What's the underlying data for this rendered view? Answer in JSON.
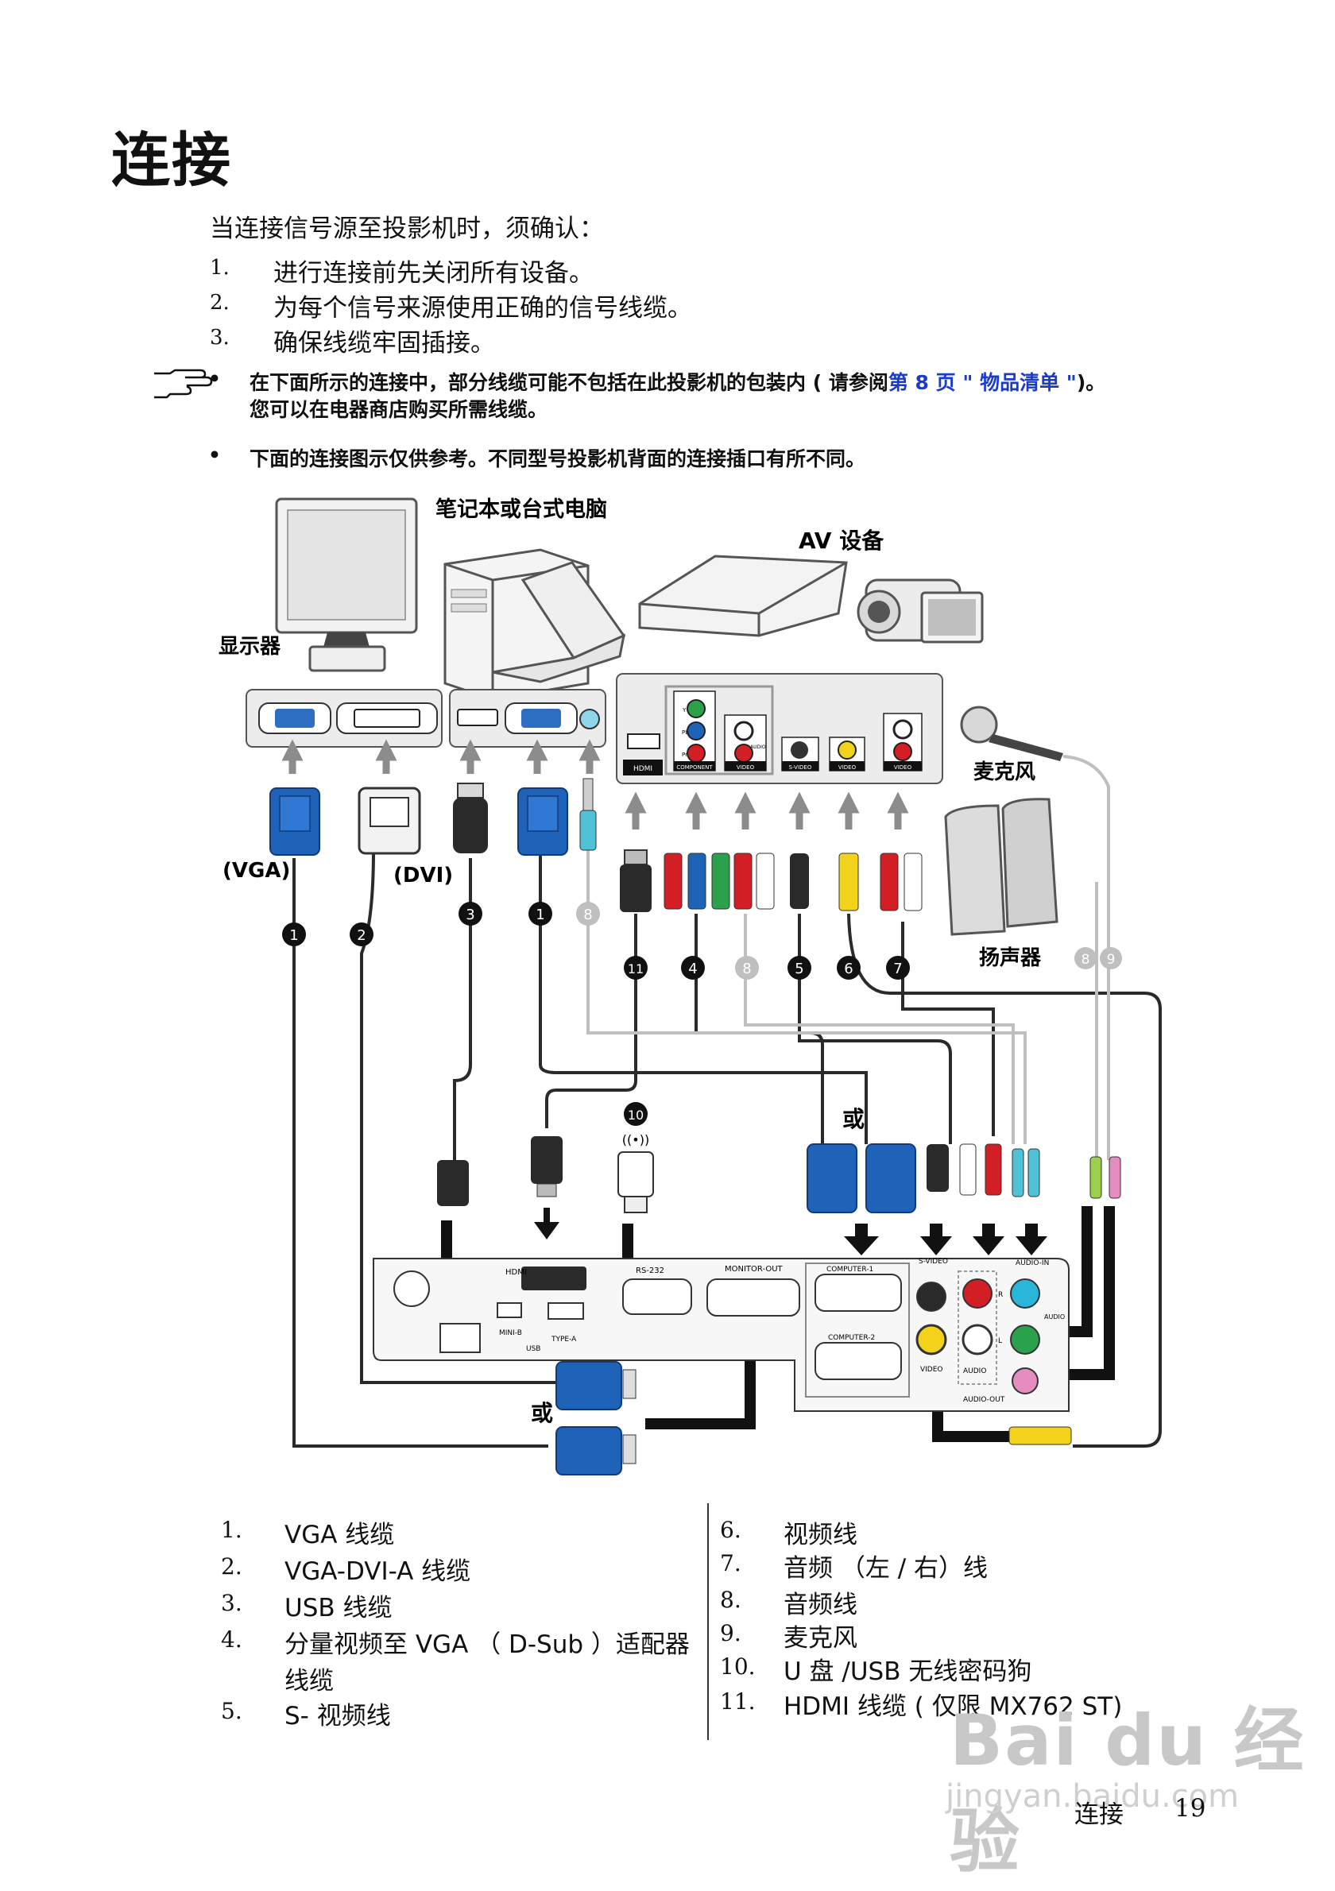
{
  "page": {
    "title": "连接",
    "intro": "当连接信号源至投影机时，须确认：",
    "steps": [
      {
        "num": "1.",
        "text": "进行连接前先关闭所有设备。"
      },
      {
        "num": "2.",
        "text": "为每个信号来源使用正确的信号线缆。"
      },
      {
        "num": "3.",
        "text": "确保线缆牢固插接。"
      }
    ],
    "note1_pre": "在下面所示的连接中，部分线缆可能不包括在此投影机的包装内 ( 请参阅",
    "note1_link": "第 8 页 \" 物品清单 \"",
    "note1_post": ")。",
    "note1_line2": "您可以在电器商店购买所需线缆。",
    "note2": "下面的连接图示仅供参考。不同型号投影机背面的连接插口有所不同。",
    "bullet": "•"
  },
  "diagram": {
    "labels": {
      "computer": "笔记本或台式电脑",
      "av": "AV 设备",
      "monitor": "显示器",
      "mic": "麦克风",
      "speaker": "扬声器",
      "vga": "(VGA)",
      "dvi": "(DVI)",
      "or1": "或",
      "or2": "或"
    },
    "ports": {
      "hdmi": "HDMI",
      "component": "COMPONENT",
      "video": "VIDEO",
      "svideo": "S-VIDEO",
      "audio": "AUDIO",
      "proj_hdmi": "HDMI",
      "mini_b": "MINI-B",
      "type_a": "TYPE-A",
      "usb": "USB",
      "rs232": "RS-232",
      "monitor_out": "MONITOR-OUT",
      "computer1": "COMPUTER-1",
      "computer2": "COMPUTER-2",
      "audio_in": "AUDIO-IN",
      "audio_out": "AUDIO-OUT",
      "audio_small": "AUDIO",
      "audio_out_small": "AUDIO OUT",
      "y": "Y",
      "pb": "Pb",
      "pr": "Pr",
      "l": "L",
      "r": "R"
    },
    "markers": [
      "1",
      "2",
      "3",
      "1",
      "8",
      "11",
      "4",
      "8",
      "5",
      "6",
      "7",
      "8",
      "9",
      "10"
    ]
  },
  "legend": {
    "left": [
      {
        "num": "1.",
        "text": "VGA 线缆"
      },
      {
        "num": "2.",
        "text": "VGA-DVI-A 线缆"
      },
      {
        "num": "3.",
        "text": "USB 线缆"
      },
      {
        "num": "4.",
        "text": "分量视频至 VGA （ D-Sub ）适配器"
      },
      {
        "num": "",
        "text": "线缆"
      },
      {
        "num": "5.",
        "text": "S- 视频线"
      }
    ],
    "right": [
      {
        "num": "6.",
        "text": "视频线"
      },
      {
        "num": "7.",
        "text": "音频 （左 / 右）线"
      },
      {
        "num": "8.",
        "text": "音频线"
      },
      {
        "num": "9.",
        "text": "麦克风"
      },
      {
        "num": "10.",
        "text": "U 盘 /USB 无线密码狗"
      },
      {
        "num": "11.",
        "text": "HDMI 线缆 ( 仅限 MX762 ST)"
      }
    ]
  },
  "footer": {
    "section": "连接",
    "page": "19"
  },
  "watermark": {
    "main": "Bai du 经验",
    "sub": "jingyan.baidu.com"
  },
  "colors": {
    "vga_blue": "#1f63b8",
    "link": "#1a3cc8",
    "cable_dark": "#2a2a2a",
    "cable_grey": "#bfbfbf",
    "port_red": "#d21f26",
    "port_green": "#2aa14a",
    "port_yellow": "#f2d21b",
    "port_cyan": "#29b6d8",
    "port_pink": "#e58cc0"
  }
}
